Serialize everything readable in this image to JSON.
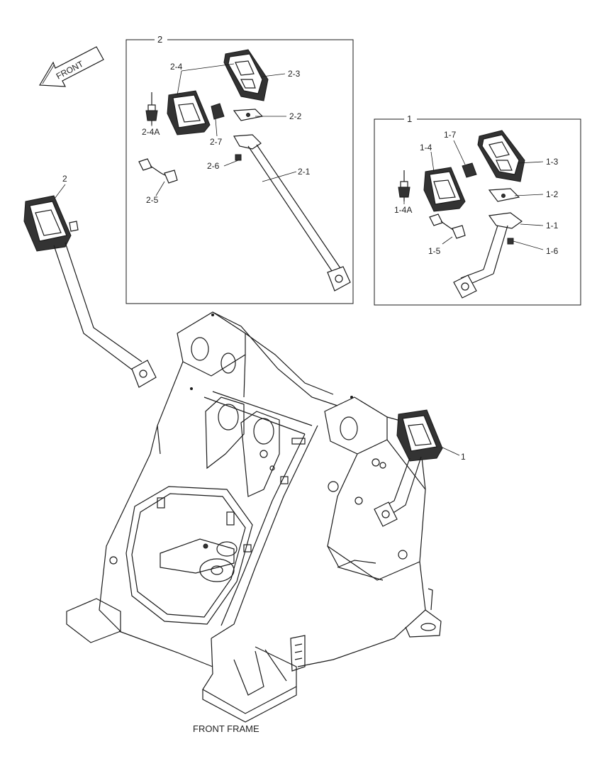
{
  "figure": {
    "caption": "FRONT FRAME",
    "direction": "FRONT"
  },
  "detail_boxes": [
    {
      "id": "2",
      "labels": [
        "2-1",
        "2-2",
        "2-3",
        "2-4",
        "2-4A",
        "2-5",
        "2-6",
        "2-7"
      ]
    },
    {
      "id": "1",
      "labels": [
        "1-1",
        "1-2",
        "1-3",
        "1-4",
        "1-4A",
        "1-5",
        "1-6",
        "1-7"
      ]
    }
  ],
  "assembly_callouts": [
    "2",
    "1"
  ]
}
